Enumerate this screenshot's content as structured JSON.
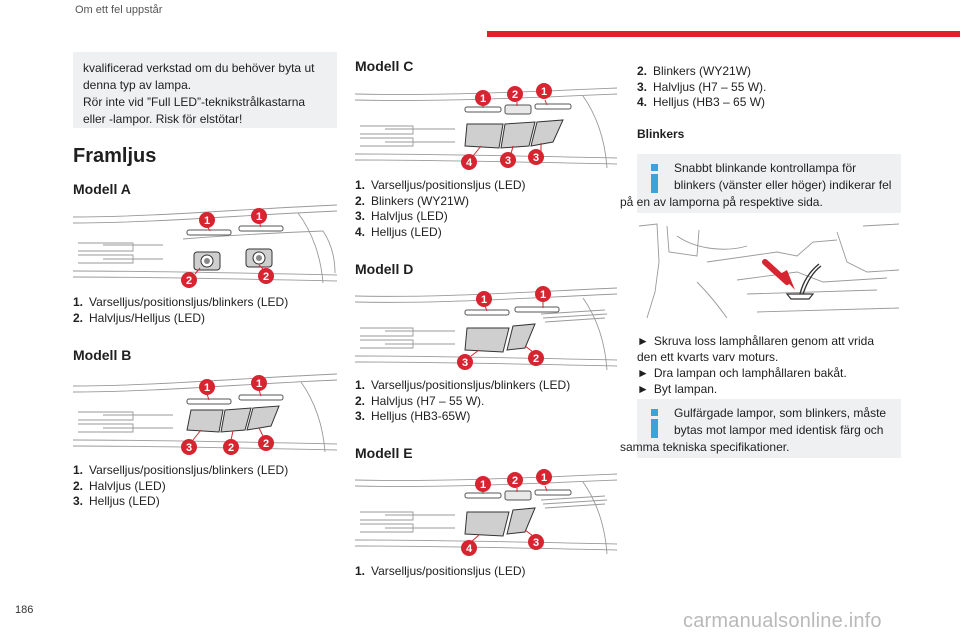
{
  "header": {
    "section_title": "Om ett fel uppstår",
    "page_number": "186"
  },
  "watermark": "carmanualsonline.info",
  "colors": {
    "accent_red": "#e0202b",
    "callout_red": "#d62530",
    "info_blue": "#3ba3d9",
    "note_bg": "#eef0f2"
  },
  "warning_note": {
    "line1": "kvalificerad verkstad om du behöver byta ut",
    "line2": "denna typ av lampa.",
    "line3": "Rör inte vid ”Full LED”-teknikstrålkastarna",
    "line4": "eller -lampor. Risk för elstötar!"
  },
  "section_title": "Framljus",
  "models": {
    "a": {
      "title": "Modell A",
      "items": [
        {
          "num": "1.",
          "text": "Varselljus/positionsljus/blinkers (LED)"
        },
        {
          "num": "2.",
          "text": "Halvljus/Helljus (LED)"
        }
      ]
    },
    "b": {
      "title": "Modell B",
      "items": [
        {
          "num": "1.",
          "text": "Varselljus/positionsljus/blinkers (LED)"
        },
        {
          "num": "2.",
          "text": "Halvljus (LED)"
        },
        {
          "num": "3.",
          "text": "Helljus (LED)"
        }
      ]
    },
    "c": {
      "title": "Modell C",
      "items": [
        {
          "num": "1.",
          "text": "Varselljus/positionsljus (LED)"
        },
        {
          "num": "2.",
          "text": "Blinkers (WY21W)"
        },
        {
          "num": "3.",
          "text": "Halvljus (LED)"
        },
        {
          "num": "4.",
          "text": "Helljus (LED)"
        }
      ]
    },
    "d": {
      "title": "Modell D",
      "items": [
        {
          "num": "1.",
          "text": "Varselljus/positionsljus/blinkers (LED)"
        },
        {
          "num": "2.",
          "text": "Halvljus (H7 – 55 W)."
        },
        {
          "num": "3.",
          "text": "Helljus (HB3-65W)"
        }
      ]
    },
    "e": {
      "title": "Modell E",
      "items": [
        {
          "num": "1.",
          "text": "Varselljus/positionsljus (LED)"
        },
        {
          "num": "2.",
          "text": "Blinkers (WY21W)"
        },
        {
          "num": "3.",
          "text": "Halvljus (H7 – 55 W)."
        },
        {
          "num": "4.",
          "text": "Helljus (HB3 – 65 W)"
        }
      ]
    }
  },
  "callouts": {
    "n1": "1",
    "n2": "2",
    "n3": "3",
    "n4": "4"
  },
  "blinkers": {
    "title": "Blinkers",
    "info_line1": "Snabbt blinkande kontrollampa för",
    "info_line2": "blinkers (vänster eller höger) indikerar fel",
    "info_line3": "på en av lamporna på respektive sida.",
    "steps": [
      {
        "arrow": "►",
        "line1": "Skruva loss lamphållaren genom att vrida",
        "line2": "den ett kvarts varv moturs."
      },
      {
        "arrow": "►",
        "line1": "Dra lampan och lamphållaren bakåt.",
        "line2": ""
      },
      {
        "arrow": "►",
        "line1": "Byt lampan.",
        "line2": ""
      }
    ],
    "info2_line1": "Gulfärgade lampor, som blinkers, måste",
    "info2_line2": "bytas mot lampor med identisk färg och",
    "info2_line3": "samma tekniska specifikationer."
  }
}
